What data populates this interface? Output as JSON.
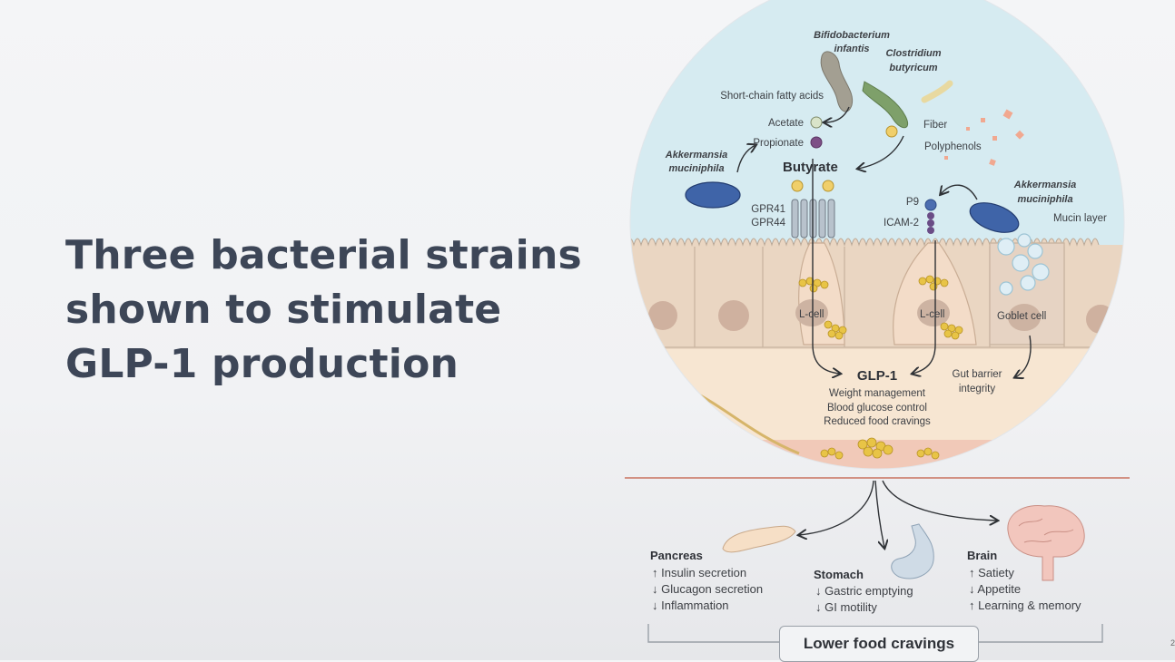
{
  "slide": {
    "title_lines": [
      "Three bacterial strains",
      "shown to stimulate",
      "GLP-1 production"
    ],
    "page_number": "2"
  },
  "diagram": {
    "bacteria": {
      "bifido": [
        "Bifidobacterium",
        "infantis"
      ],
      "clostridium": [
        "Clostridium",
        "butyricum"
      ],
      "akkermansia_left": [
        "Akkermansia",
        "muciniphila"
      ],
      "akkermansia_right": [
        "Akkermansia",
        "muciniphila"
      ]
    },
    "labels": {
      "scfa": "Short-chain fatty acids",
      "acetate": "Acetate",
      "propionate": "Propionate",
      "butyrate": "Butyrate",
      "fiber": "Fiber",
      "polyphenols": "Polyphenols",
      "gpr41": "GPR41",
      "gpr44": "GPR44",
      "p9": "P9",
      "icam2": "ICAM-2",
      "mucin": "Mucin layer",
      "lcell1": "L-cell",
      "lcell2": "L-cell",
      "goblet": "Goblet cell",
      "glp1": "GLP-1",
      "glp1_effects": [
        "Weight management",
        "Blood glucose control",
        "Reduced food cravings"
      ],
      "gut_barrier": [
        "Gut barrier",
        "integrity"
      ]
    },
    "organs": {
      "pancreas": {
        "title": "Pancreas",
        "items": [
          "↑ Insulin secretion",
          "↓ Glucagon secretion",
          "↓ Inflammation"
        ]
      },
      "stomach": {
        "title": "Stomach",
        "items": [
          "↓ Gastric emptying",
          "↓ GI motility"
        ]
      },
      "brain": {
        "title": "Brain",
        "items": [
          "↑ Satiety",
          "↓ Appetite",
          "↑ Learning & memory"
        ]
      }
    },
    "outcome": "Lower food cravings"
  },
  "colors": {
    "lumen": "#d9ecf2",
    "epithelium": "#ecd9c6",
    "lamina": "#f6e4cf",
    "fat": "#e8c446",
    "akkermansia": "#3f64a8",
    "clostridium": "#7ea06a",
    "bifido": "#a39f92",
    "title": "#3d4657"
  }
}
